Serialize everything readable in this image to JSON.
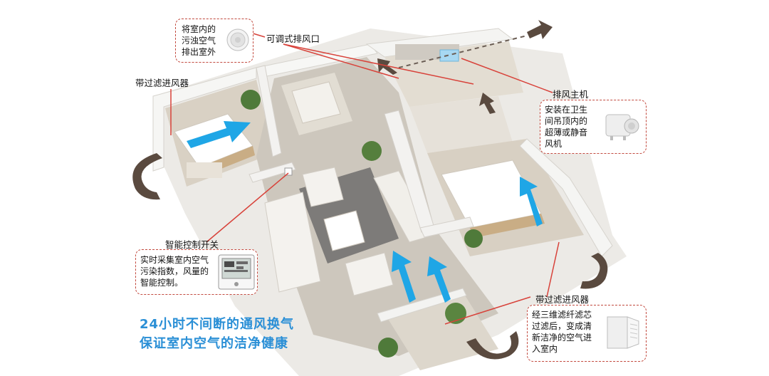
{
  "labels": {
    "adjustable_exhaust": "可调式排风口",
    "filter_intake_top": "带过滤进风器",
    "exhaust_host": "排风主机",
    "smart_switch": "智能控制开关",
    "filter_intake_bottom": "带过滤进风器"
  },
  "callouts": {
    "exhaust_outlet": [
      "将室内的",
      "污浊空气",
      "排出室外"
    ],
    "exhaust_host": [
      "安装在卫生",
      "间吊顶内的",
      "超薄或静音",
      "风机"
    ],
    "smart_switch": [
      "实时采集室内空气",
      "污染指数，风量的",
      "智能控制。"
    ],
    "filter_intake": [
      "经三维滤纤滤芯",
      "过滤后，变成清",
      "新洁净的空气进",
      "入室内"
    ]
  },
  "slogan": {
    "line1": "24小时不间断的通风换气",
    "line2": "保证室内空气的洁净健康"
  },
  "colors": {
    "fresh_air_arrow": "#1fa6e6",
    "exhaust_arrow": "#5a4a3f",
    "leader_line": "#d8423a",
    "callout_border": "#c24a3f",
    "slogan": "#2a8fd6"
  }
}
